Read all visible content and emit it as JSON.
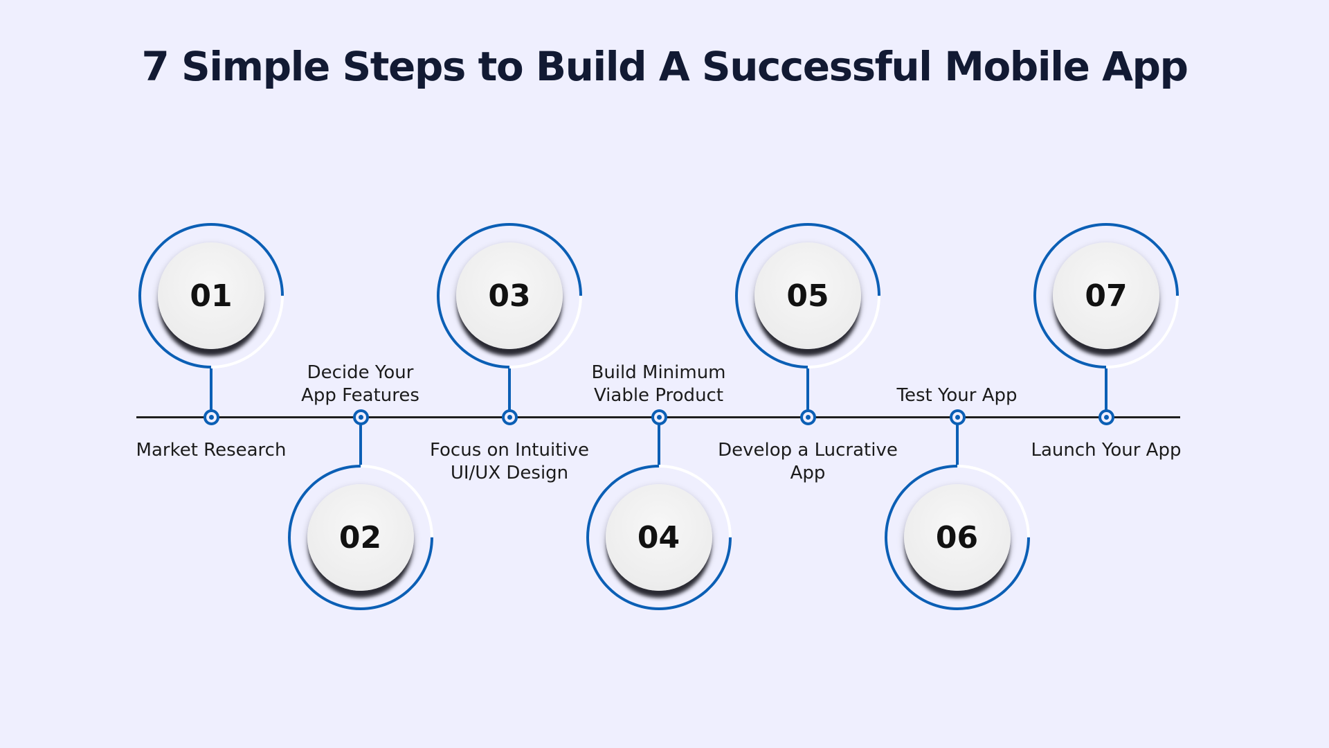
{
  "title": "7 Simple Steps to Build A Successful Mobile App",
  "colors": {
    "background": "#efeffe",
    "accent": "#0b5fb5",
    "title": "#121a33",
    "line": "#1e1e1e"
  },
  "steps": [
    {
      "number": "01",
      "label": "Market Research",
      "side": "top"
    },
    {
      "number": "02",
      "label": "Decide Your\nApp Features",
      "side": "bottom"
    },
    {
      "number": "03",
      "label": "Focus on Intuitive\nUI/UX Design",
      "side": "top"
    },
    {
      "number": "04",
      "label": "Build Minimum\nViable Product",
      "side": "bottom"
    },
    {
      "number": "05",
      "label": "Develop a Lucrative\nApp",
      "side": "top"
    },
    {
      "number": "06",
      "label": "Test Your App",
      "side": "bottom"
    },
    {
      "number": "07",
      "label": "Launch Your App",
      "side": "top"
    }
  ]
}
